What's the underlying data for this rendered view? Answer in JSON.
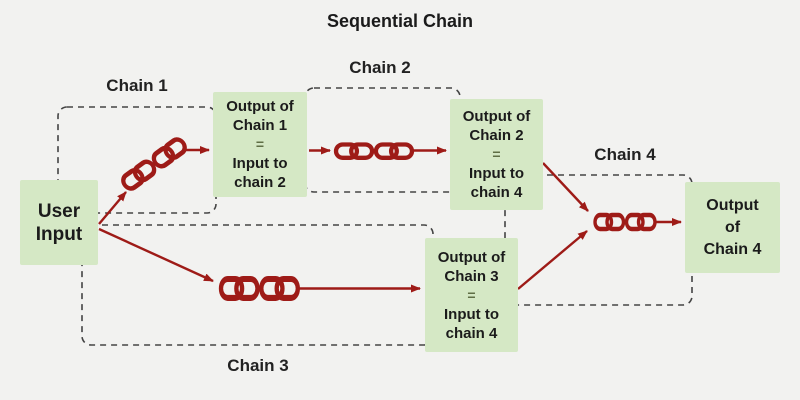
{
  "title": "Sequential Chain",
  "colors": {
    "background": "#f2f2f0",
    "node_fill": "#d5e8c5",
    "link_red": "#9e1b17",
    "dash": "#444444",
    "text": "#1b1b1b",
    "equals": "#5f6e45",
    "label": "#222222"
  },
  "chain_labels": {
    "chain1": "Chain 1",
    "chain2": "Chain 2",
    "chain3": "Chain 3",
    "chain4": "Chain 4"
  },
  "nodes": {
    "user_input": {
      "lines": [
        "User",
        "Input"
      ]
    },
    "output1": {
      "lines": [
        "Output of",
        "Chain 1",
        "=",
        "Input to",
        "chain 2"
      ]
    },
    "output2": {
      "lines": [
        "Output of",
        "Chain 2",
        "=",
        "Input to",
        "chain 4"
      ]
    },
    "output3": {
      "lines": [
        "Output of",
        "Chain 3",
        "=",
        "Input to",
        "chain 4"
      ]
    },
    "output4": {
      "lines": [
        "Output",
        "of",
        "Chain 4"
      ]
    }
  },
  "icons": [
    {
      "name": "chain-link-icon",
      "location": "chain 1"
    },
    {
      "name": "chain-link-icon",
      "location": "chain 2"
    },
    {
      "name": "chain-link-icon",
      "location": "chain 3"
    },
    {
      "name": "chain-link-icon",
      "location": "chain 4"
    }
  ]
}
